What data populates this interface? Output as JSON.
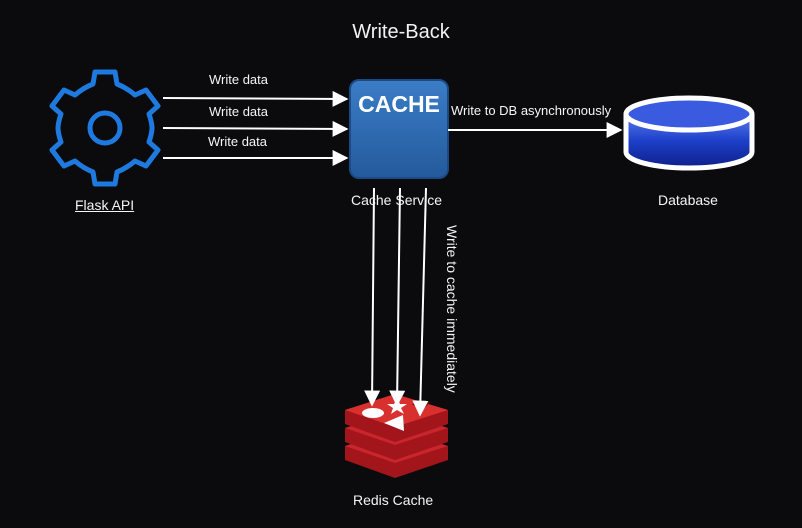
{
  "title": "Write-Back",
  "nodes": {
    "flask_api": {
      "label": "Flask API",
      "icon": "gear-icon"
    },
    "cache_service": {
      "label": "Cache Service",
      "box_text": "CACHE",
      "icon": "cache-box-icon"
    },
    "database": {
      "label": "Database",
      "icon": "database-cylinder-icon"
    },
    "redis_cache": {
      "label": "Redis Cache",
      "icon": "redis-logo-icon"
    }
  },
  "edges": {
    "write_1": "Write data",
    "write_2": "Write data",
    "write_3": "Write data",
    "db_async": "Write to DB asynchronously",
    "cache_immediate": "Write to cache immediately"
  },
  "colors": {
    "background": "#0b0b0d",
    "gear": "#1f7ae0",
    "cache_box": "#2f6db5",
    "database": "#1d3fc8",
    "redis": "#c9252c",
    "arrow": "#ffffff"
  }
}
